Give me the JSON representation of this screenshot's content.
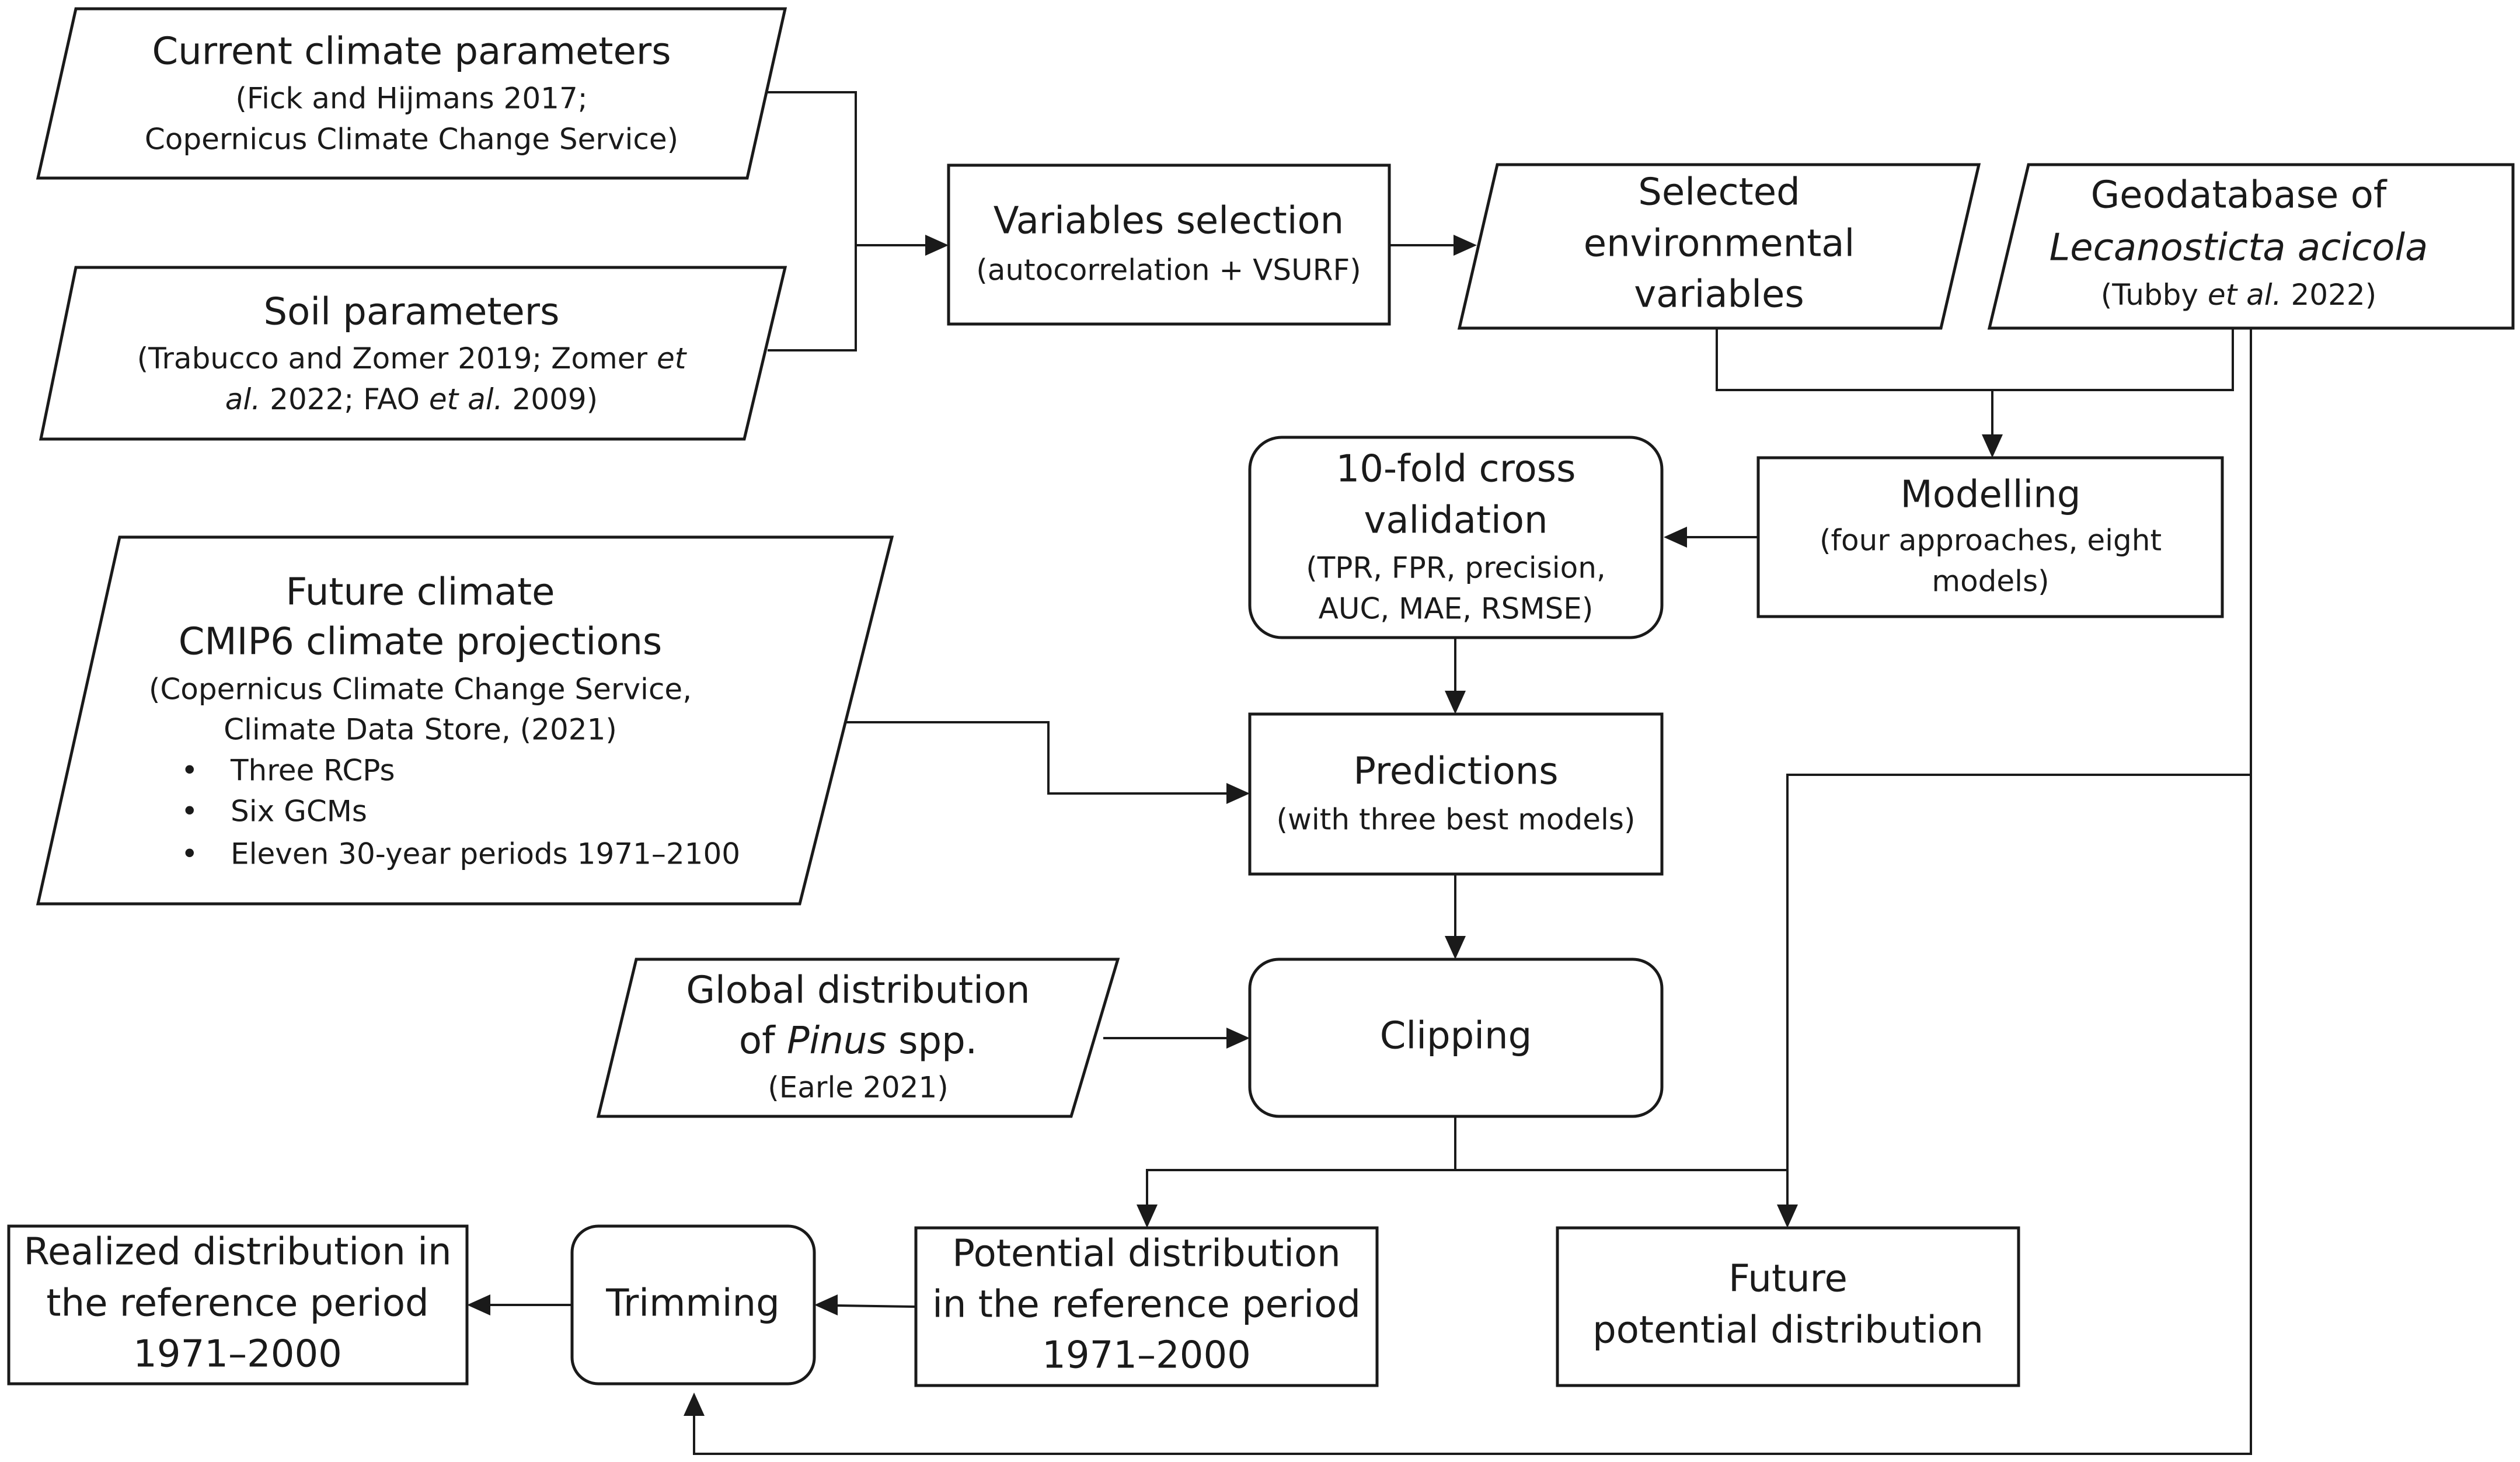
{
  "nodes": {
    "current_climate": {
      "title": "Current climate parameters",
      "ref1": "(Fick and Hijmans 2017;",
      "ref2": "Copernicus Climate Change Service)"
    },
    "soil": {
      "title": "Soil parameters",
      "ref1a": "(Trabucco and Zomer 2019; Zomer ",
      "ref1b": "et",
      "ref2a": "al.",
      "ref2b": " 2022; FAO ",
      "ref2c": "et al.",
      "ref2d": " 2009)"
    },
    "variables_selection": {
      "title": "Variables selection",
      "sub": "(autocorrelation + VSURF)"
    },
    "selected_vars": {
      "line1": "Selected",
      "line2": "environmental",
      "line3": "variables"
    },
    "geodatabase": {
      "line1": "Geodatabase of",
      "line2": "Lecanosticta acicola",
      "ref_a": "(Tubby ",
      "ref_b": "et al.",
      "ref_c": " 2022)"
    },
    "cross_validation": {
      "line1": "10-fold cross",
      "line2": "validation",
      "sub1": "(TPR, FPR, precision,",
      "sub2": "AUC, MAE, RSMSE)"
    },
    "modelling": {
      "title": "Modelling",
      "sub1": "(four approaches, eight",
      "sub2": "models)"
    },
    "future_climate": {
      "line1": "Future climate",
      "line2": "CMIP6 climate projections",
      "ref1": "(Copernicus Climate Change Service,",
      "ref2": "Climate Data Store, (2021)",
      "bullets": [
        "Three RCPs",
        "Six GCMs",
        "Eleven 30-year periods 1971–2100"
      ]
    },
    "predictions": {
      "title": "Predictions",
      "sub": "(with three best models)"
    },
    "pinus": {
      "line1": "Global distribution",
      "line2a": "of ",
      "line2b": "Pinus",
      "line2c": " spp.",
      "ref": "(Earle 2021)"
    },
    "clipping": {
      "title": "Clipping"
    },
    "potential_ref": {
      "line1": "Potential distribution",
      "line2": "in the reference period",
      "line3": "1971–2000"
    },
    "future_potential": {
      "line1": "Future",
      "line2": "potential distribution"
    },
    "trimming": {
      "title": "Trimming"
    },
    "realized": {
      "line1": "Realized distribution in",
      "line2": "the reference period",
      "line3": "1971–2000"
    },
    "bullet_char": "•"
  },
  "edges": [
    [
      "current_climate",
      "variables_selection"
    ],
    [
      "soil",
      "variables_selection"
    ],
    [
      "variables_selection",
      "selected_vars"
    ],
    [
      "selected_vars",
      "modelling"
    ],
    [
      "geodatabase",
      "modelling"
    ],
    [
      "modelling",
      "cross_validation"
    ],
    [
      "cross_validation",
      "predictions"
    ],
    [
      "future_climate",
      "predictions"
    ],
    [
      "predictions",
      "clipping"
    ],
    [
      "pinus",
      "clipping"
    ],
    [
      "clipping",
      "potential_ref"
    ],
    [
      "clipping",
      "future_potential"
    ],
    [
      "geodatabase",
      "future_potential"
    ],
    [
      "potential_ref",
      "trimming"
    ],
    [
      "geodatabase",
      "trimming"
    ],
    [
      "trimming",
      "realized"
    ]
  ]
}
